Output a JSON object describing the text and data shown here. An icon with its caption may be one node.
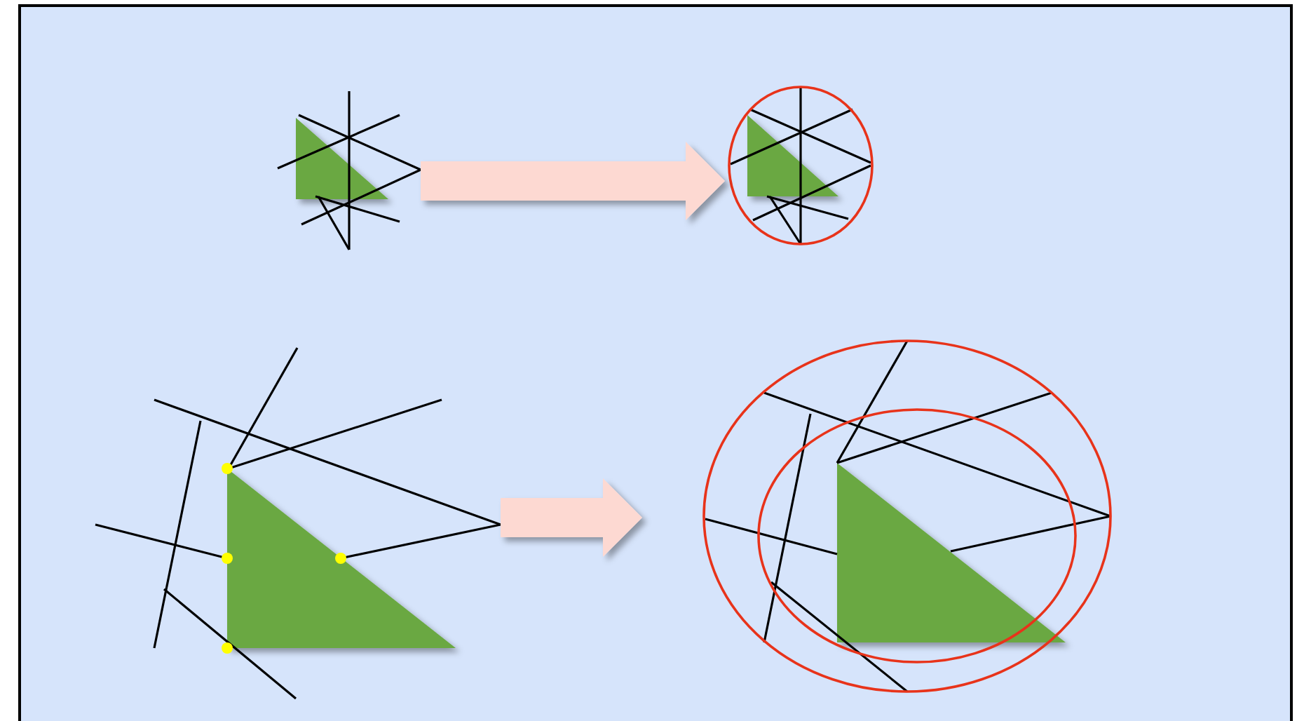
{
  "diagram": {
    "nodes": [
      {
        "text": [],
        "shape": "picture"
      },
      {
        "text": [],
        "shape": "picture"
      },
      {
        "text": [],
        "shape": "picture"
      },
      {
        "text": [],
        "shape": "picture"
      }
    ],
    "edges": [
      {
        "from": 0,
        "to": 1,
        "arrow": "to"
      },
      {
        "from": 2,
        "to": 3,
        "arrow": "to"
      }
    ]
  }
}
